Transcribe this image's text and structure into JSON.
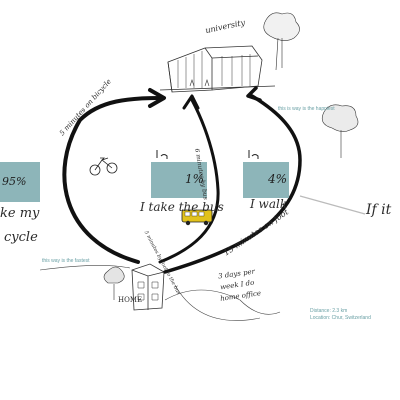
{
  "sketch": {
    "university_label": "university",
    "home_label": "HOME",
    "option_bicycle": {
      "percent": "95%",
      "caption_line1": "ke my",
      "caption_line2": "cycle",
      "route_text": "5 minutes on bicycle"
    },
    "option_bus": {
      "mode_word": "In",
      "percent": "1%",
      "caption": "I take the bus",
      "route_text_a": "6 minutes by bus",
      "route_text_b": "5 minutes by foot to the bus"
    },
    "option_walk": {
      "mode_word": "In",
      "percent": "4%",
      "caption": "I walk",
      "route_text": "15 minutes on foot"
    },
    "side_text": "If it",
    "home_office_line1": "3 days per",
    "home_office_line2": "week I do",
    "home_office_line3": "home office"
  },
  "notes": {
    "fastest": "this way is the fastest",
    "happiest": "this is way is the happiest",
    "distance": "Distance: 2.3 km",
    "location": "Location: Chur, Switzerland"
  },
  "colors": {
    "teal_box": "#79a8ad",
    "note_text": "#6aa0a5",
    "ink": "#1a1a1a",
    "bus": "#e2c21c"
  }
}
